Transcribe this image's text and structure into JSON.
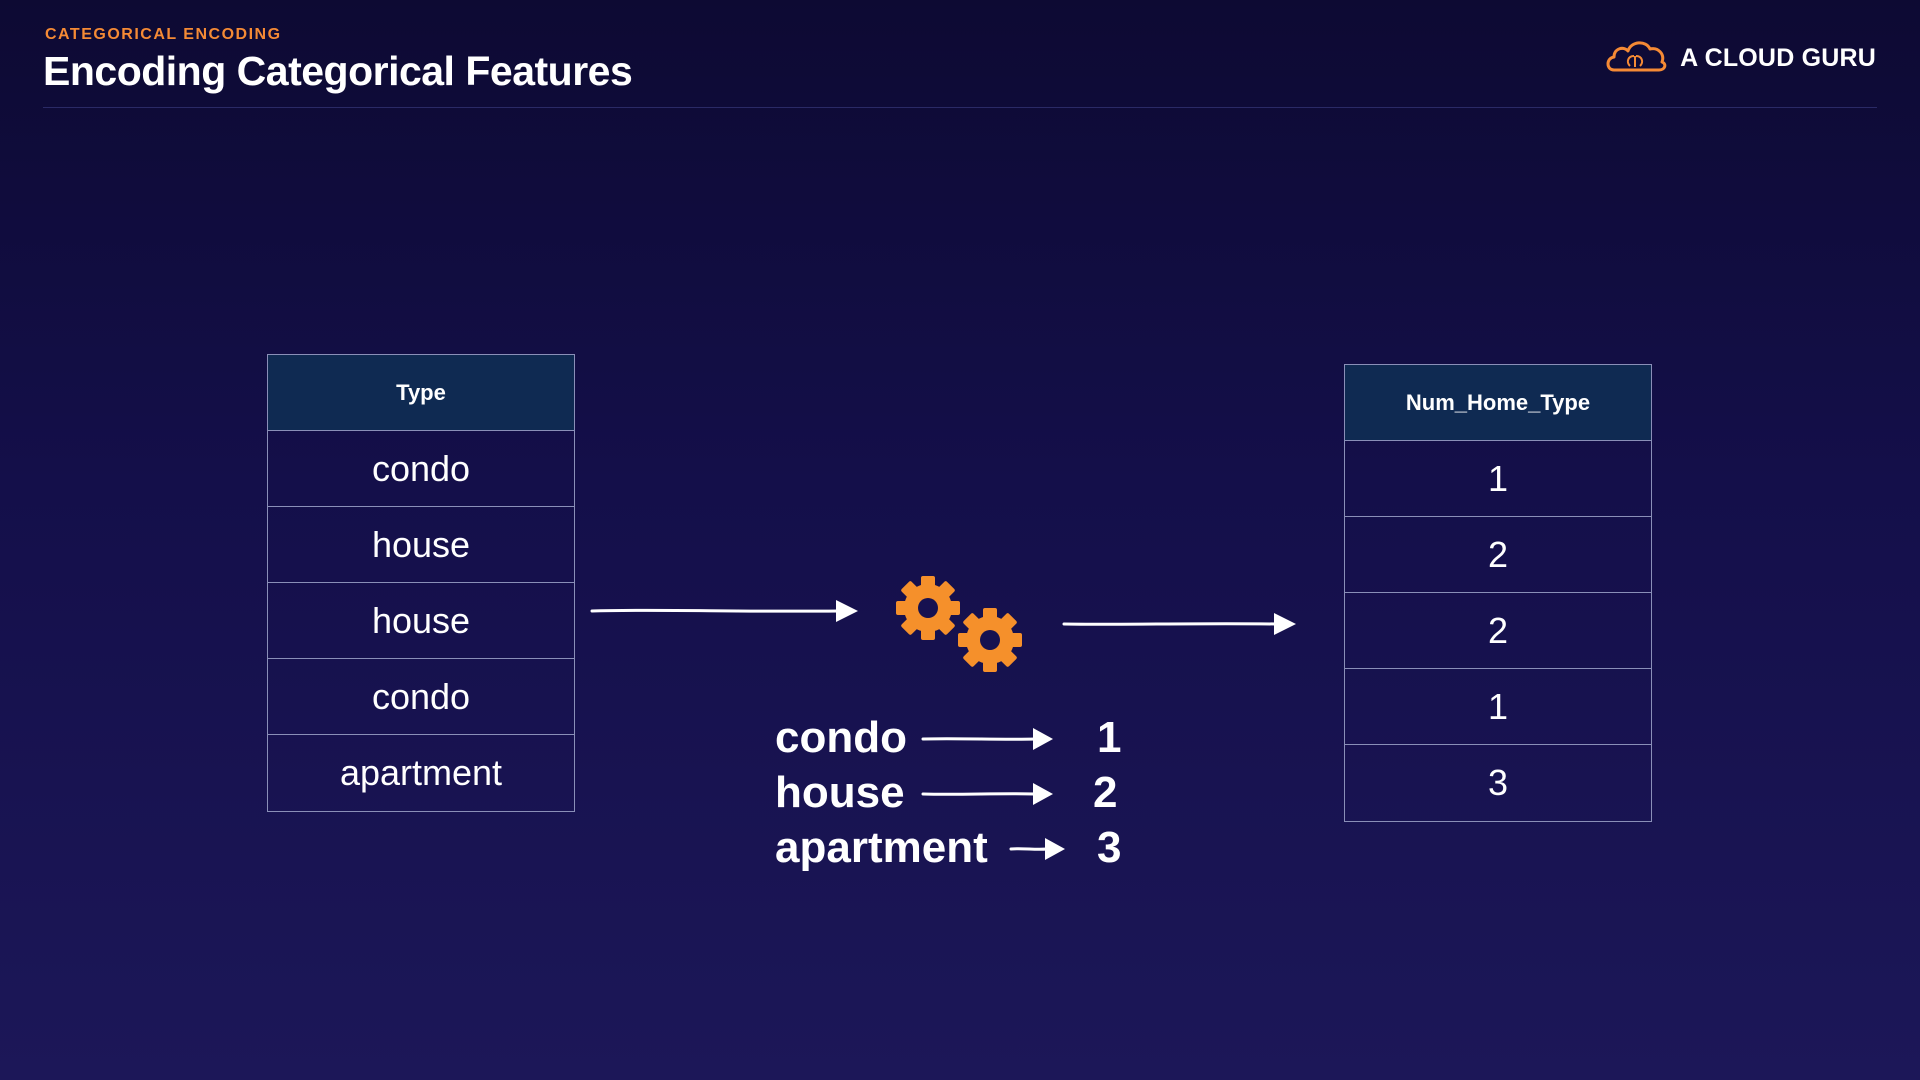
{
  "header": {
    "eyebrow": "CATEGORICAL ENCODING",
    "title": "Encoding Categorical Features",
    "brand": "A CLOUD GURU",
    "brand_icon": "cloud-logo-icon",
    "accent_color": "#f58a35"
  },
  "input_table": {
    "header": "Type",
    "rows": [
      "condo",
      "house",
      "house",
      "condo",
      "apartment"
    ]
  },
  "output_table": {
    "header": "Num_Home_Type",
    "rows": [
      "1",
      "2",
      "2",
      "1",
      "3"
    ]
  },
  "encoder": {
    "icon": "gears-icon"
  },
  "mapping": [
    {
      "key": "condo",
      "value": "1"
    },
    {
      "key": "house",
      "value": "2"
    },
    {
      "key": "apartment",
      "value": "3"
    }
  ]
}
